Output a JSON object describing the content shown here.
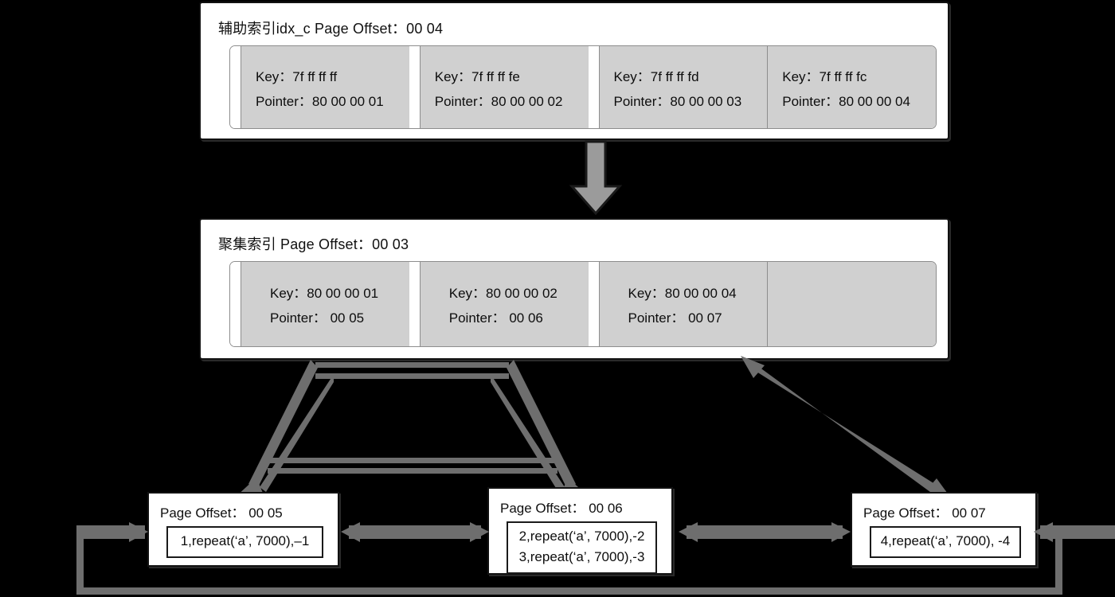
{
  "diagram": {
    "secondary_index": {
      "title": "辅助索引idx_c  Page Offset：00 04",
      "slots": [
        {
          "key": "Key：7f ff ff ff",
          "pointer": "Pointer：80 00 00 01"
        },
        {
          "key": "Key：7f ff ff fe",
          "pointer": "Pointer：80 00 00 02"
        },
        {
          "key": "Key：7f ff ff fd",
          "pointer": "Pointer：80 00 00 03"
        },
        {
          "key": "Key：7f ff ff fc",
          "pointer": "Pointer：80 00 00 04"
        }
      ]
    },
    "clustered_index": {
      "title": "聚集索引 Page Offset：00 03",
      "slots": [
        {
          "key": "Key：80 00 00 01",
          "pointer": "Pointer： 00 05"
        },
        {
          "key": "Key：80 00 00 02",
          "pointer": "Pointer： 00 06"
        },
        {
          "key": "Key：80 00 00 04",
          "pointer": "Pointer： 00 07"
        },
        {
          "key": "",
          "pointer": ""
        }
      ]
    },
    "leaf_pages": [
      {
        "title": "Page Offset： 00 05",
        "records": [
          "1,repeat(‘a’, 7000),–1"
        ]
      },
      {
        "title": "Page Offset： 00 06",
        "records": [
          "2,repeat(‘a’, 7000),-2",
          "3,repeat(‘a’, 7000),-3"
        ]
      },
      {
        "title": "Page Offset： 00 07",
        "records": [
          "4,repeat(‘a’, 7000), -4"
        ]
      }
    ],
    "colors": {
      "background": "#000000",
      "page_fill": "#ffffff",
      "slot_fill": "#d0d0d0",
      "border": "#111111",
      "arrow": "#6e6e6e",
      "arrow_outline": "#1e1e1e",
      "text": "#0d0d0d"
    }
  }
}
